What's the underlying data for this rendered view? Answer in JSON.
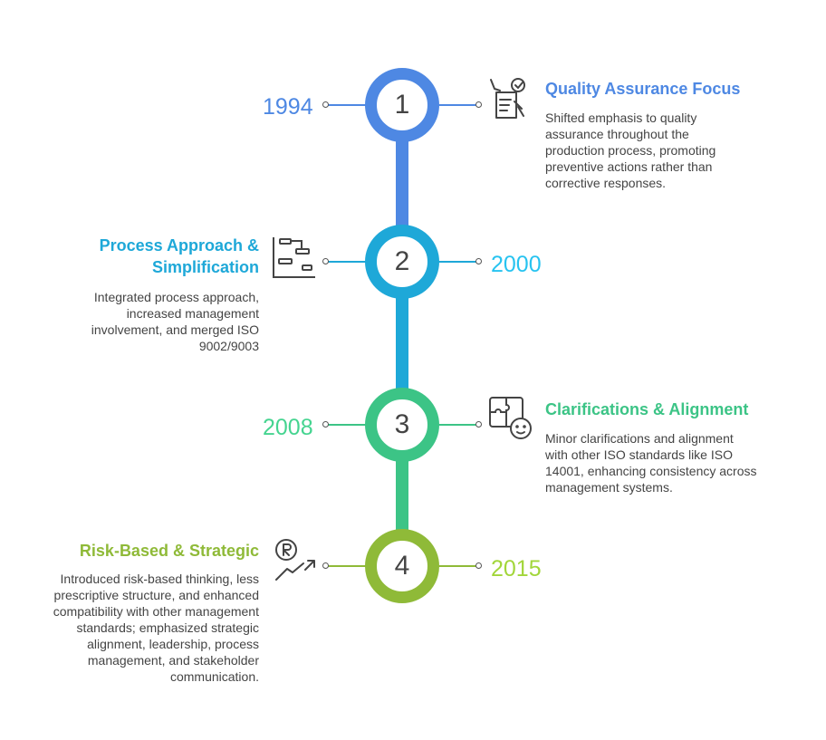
{
  "milestones": [
    {
      "number": "1",
      "year": "1994",
      "title": "Quality Assurance Focus",
      "description": "Shifted emphasis to quality assurance throughout the production process, promoting preventive actions rather than corrective responses.",
      "color": "#4e88e3",
      "year_color": "#4e88e3",
      "icon": "quality-checklist-icon"
    },
    {
      "number": "2",
      "year": "2000",
      "title": "Process Approach & Simplification",
      "description": "Integrated process approach, increased management involvement, and merged ISO 9002/9003",
      "color": "#1ea8d8",
      "year_color": "#27c3f0",
      "icon": "gantt-chart-icon"
    },
    {
      "number": "3",
      "year": "2008",
      "title": "Clarifications & Alignment",
      "description": "Minor clarifications and alignment with other ISO standards like ISO 14001, enhancing consistency across management systems.",
      "color": "#3cc486",
      "year_color": "#45d490",
      "icon": "puzzle-smile-icon"
    },
    {
      "number": "4",
      "year": "2015",
      "title": "Risk-Based & Strategic",
      "description": "Introduced risk-based thinking, less prescriptive structure, and enhanced compatibility with other management standards; emphasized strategic alignment, leadership, process management, and stakeholder communication.",
      "color": "#8fba38",
      "year_color": "#a2d63a",
      "icon": "risk-growth-icon"
    }
  ]
}
